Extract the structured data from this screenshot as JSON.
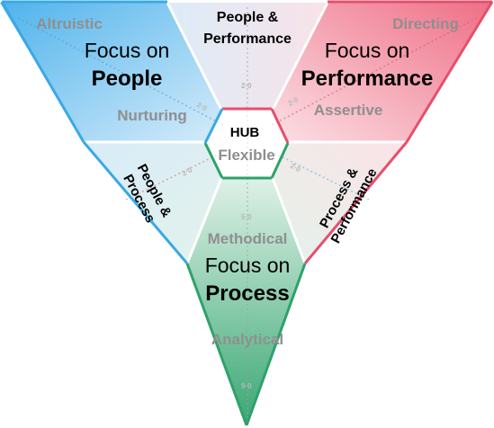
{
  "zones": {
    "people": {
      "style_label": "Altruistic",
      "focus_prefix": "Focus on",
      "focus_word": "People",
      "inner_label": "Nurturing",
      "color": "#3fa8e6"
    },
    "people_performance": {
      "line1": "People &",
      "line2": "Performance"
    },
    "performance": {
      "style_label": "Directing",
      "focus_prefix": "Focus on",
      "focus_word": "Performance",
      "inner_label": "Assertive",
      "color": "#e4536f"
    },
    "people_process": {
      "line1": "People &",
      "line2": "Process"
    },
    "process_performance": {
      "line1": "Process &",
      "line2": "Performance"
    },
    "process": {
      "style_label": "Methodical",
      "focus_prefix": "Focus on",
      "focus_word": "Process",
      "inner_label": "Analytical",
      "color": "#36a26d"
    },
    "hub": {
      "title": "HUB",
      "label": "Flexible"
    }
  },
  "axes": {
    "ticks": [
      "2·0",
      "5·0",
      "9·0",
      "2·0",
      "2·0",
      "2·0",
      "2·0"
    ]
  }
}
